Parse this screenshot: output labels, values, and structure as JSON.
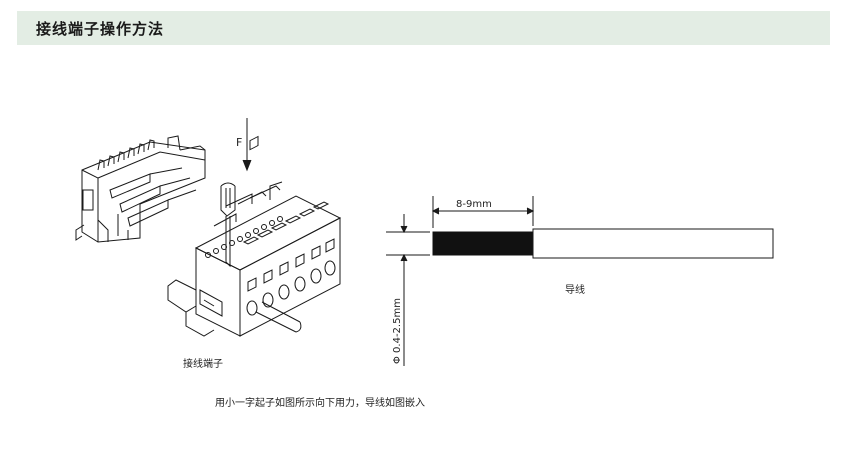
{
  "header": {
    "title": "接线端子操作方法"
  },
  "figure": {
    "force_label": "F",
    "terminal_caption": "接线端子",
    "strip_length_label": "8-9mm",
    "diameter_label": "Φ 0.4-2.5mm",
    "wire_caption": "导线",
    "instruction": "用小一字起子如图所示向下用力，导线如图嵌入"
  }
}
